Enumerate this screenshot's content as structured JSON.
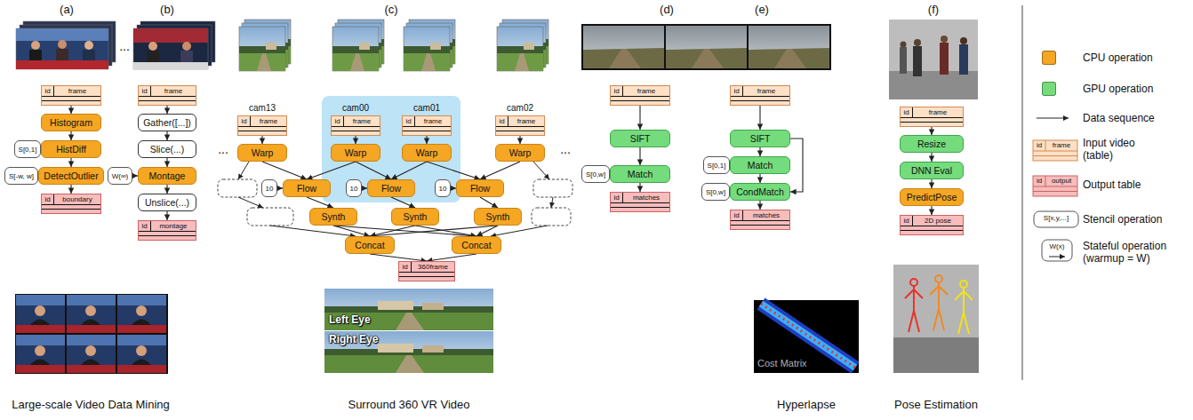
{
  "diagram": {
    "nodes": [
      {
        "text": [
          "id",
          "frame"
        ]
      },
      {
        "text": [
          "Histogram"
        ]
      },
      {
        "text": [
          "S[0,1]"
        ]
      },
      {
        "text": [
          "HistDiff"
        ]
      },
      {
        "text": [
          "S[-w, w]"
        ]
      },
      {
        "text": [
          "DetectOutlier"
        ]
      },
      {
        "text": [
          "id",
          "boundary"
        ]
      },
      {
        "text": [
          "id",
          "frame"
        ]
      },
      {
        "text": [
          "Gather([...])"
        ]
      },
      {
        "text": [
          "Slice(...)"
        ]
      },
      {
        "text": [
          "W(∞)"
        ]
      },
      {
        "text": [
          "Montage"
        ]
      },
      {
        "text": [
          "Unslice(...)"
        ]
      },
      {
        "text": [
          "id",
          "montage"
        ]
      },
      {
        "text": [
          "id",
          "frame"
        ]
      },
      {
        "text": [
          "id",
          "frame"
        ]
      },
      {
        "text": [
          "id",
          "frame"
        ]
      },
      {
        "text": [
          "id",
          "frame"
        ]
      },
      {
        "text": [
          "Warp"
        ]
      },
      {
        "text": [
          "Warp"
        ]
      },
      {
        "text": [
          "Warp"
        ]
      },
      {
        "text": [
          "Warp"
        ]
      },
      {
        "text": [
          "10"
        ]
      },
      {
        "text": [
          "Flow"
        ]
      },
      {
        "text": [
          "10"
        ]
      },
      {
        "text": [
          "Flow"
        ]
      },
      {
        "text": [
          "10"
        ]
      },
      {
        "text": [
          "Flow"
        ]
      },
      {
        "text": [
          "Synth"
        ]
      },
      {
        "text": [
          "Synth"
        ]
      },
      {
        "text": [
          "Synth"
        ]
      },
      {
        "text": [
          "Concat"
        ]
      },
      {
        "text": [
          "Concat"
        ]
      },
      {
        "text": [
          "id",
          "360frame"
        ]
      },
      {
        "text": [
          "id",
          "frame"
        ]
      },
      {
        "text": [
          "SIFT"
        ]
      },
      {
        "text": [
          "S[0,w]"
        ]
      },
      {
        "text": [
          "Match"
        ]
      },
      {
        "text": [
          "id",
          "matches"
        ]
      },
      {
        "text": [
          "id",
          "frame"
        ]
      },
      {
        "text": [
          "SIFT"
        ]
      },
      {
        "text": [
          "S[0,1]"
        ]
      },
      {
        "text": [
          "Match"
        ]
      },
      {
        "text": [
          "S[0,w]"
        ]
      },
      {
        "text": [
          "CondMatch"
        ]
      },
      {
        "text": [
          "id",
          "matches"
        ]
      },
      {
        "text": [
          "id",
          "frame"
        ]
      },
      {
        "text": [
          "Resize"
        ]
      },
      {
        "text": [
          "DNN Eval"
        ]
      },
      {
        "text": [
          "PredictPose"
        ]
      },
      {
        "text": [
          "id",
          "2D pose"
        ]
      }
    ],
    "edges": [
      {
        "from": 0,
        "to": 1,
        "arrow": "to"
      },
      {
        "from": 1,
        "to": 3,
        "arrow": "to"
      },
      {
        "from": 3,
        "to": 5,
        "arrow": "to"
      },
      {
        "from": 5,
        "to": 6,
        "arrow": "to"
      },
      {
        "from": 7,
        "to": 8,
        "arrow": "to"
      },
      {
        "from": 8,
        "to": 9,
        "arrow": "to"
      },
      {
        "from": 9,
        "to": 11,
        "arrow": "to"
      },
      {
        "from": 10,
        "to": 11,
        "arrow": "to"
      },
      {
        "from": 11,
        "to": 12,
        "arrow": "to"
      },
      {
        "from": 12,
        "to": 13,
        "arrow": "to"
      },
      {
        "from": 14,
        "to": 18,
        "arrow": "to"
      },
      {
        "from": 15,
        "to": 19,
        "arrow": "to"
      },
      {
        "from": 16,
        "to": 20,
        "arrow": "to"
      },
      {
        "from": 17,
        "to": 21,
        "arrow": "to"
      },
      {
        "from": 18,
        "to": 23,
        "arrow": "to"
      },
      {
        "from": 19,
        "to": 23,
        "arrow": "to"
      },
      {
        "from": 19,
        "to": 25,
        "arrow": "to"
      },
      {
        "from": 20,
        "to": 25,
        "arrow": "to"
      },
      {
        "from": 20,
        "to": 27,
        "arrow": "to"
      },
      {
        "from": 21,
        "to": 27,
        "arrow": "to"
      },
      {
        "from": 22,
        "to": 23,
        "arrow": "to"
      },
      {
        "from": 24,
        "to": 25,
        "arrow": "to"
      },
      {
        "from": 26,
        "to": 27,
        "arrow": "to"
      },
      {
        "from": 23,
        "to": 28,
        "arrow": "to"
      },
      {
        "from": 25,
        "to": 29,
        "arrow": "to"
      },
      {
        "from": 27,
        "to": 30,
        "arrow": "to"
      },
      {
        "from": 28,
        "to": 31,
        "arrow": "to"
      },
      {
        "from": 28,
        "to": 32,
        "arrow": "to"
      },
      {
        "from": 29,
        "to": 31,
        "arrow": "to"
      },
      {
        "from": 29,
        "to": 32,
        "arrow": "to"
      },
      {
        "from": 30,
        "to": 31,
        "arrow": "to"
      },
      {
        "from": 30,
        "to": 32,
        "arrow": "to"
      },
      {
        "from": 31,
        "to": 33,
        "arrow": "to"
      },
      {
        "from": 32,
        "to": 33,
        "arrow": "to"
      },
      {
        "from": 34,
        "to": 35,
        "arrow": "to"
      },
      {
        "from": 35,
        "to": 37,
        "arrow": "to"
      },
      {
        "from": 37,
        "to": 38,
        "arrow": "to"
      },
      {
        "from": 39,
        "to": 40,
        "arrow": "to"
      },
      {
        "from": 40,
        "to": 42,
        "arrow": "to"
      },
      {
        "from": 42,
        "to": 44,
        "arrow": "to"
      },
      {
        "from": 40,
        "to": 44,
        "arrow": "to"
      },
      {
        "from": 44,
        "to": 45,
        "arrow": "to"
      },
      {
        "from": 46,
        "to": 47,
        "arrow": "to"
      },
      {
        "from": 47,
        "to": 48,
        "arrow": "to"
      },
      {
        "from": 48,
        "to": 49,
        "arrow": "to"
      },
      {
        "from": 49,
        "to": 50,
        "arrow": "to"
      }
    ],
    "labels": [
      "(a)",
      "(b)",
      "(c)",
      "(d)",
      "(e)",
      "(f)",
      "...",
      "cam13",
      "cam00",
      "cam01",
      "cam02",
      "...",
      "...",
      "Left Eye",
      "Right Eye",
      "Cost Matrix",
      "Large-scale Video Data Mining",
      "Surround 360 VR Video",
      "Hyperlapse",
      "Pose Estimation",
      "id",
      "frame",
      "id",
      "output",
      "S[x,y,...]",
      "W(x)"
    ],
    "legend": [
      {
        "text": "CPU operation",
        "color": "#f5a623"
      },
      {
        "text": "GPU operation",
        "color": "#74dc7c"
      },
      {
        "text": "Data sequence"
      },
      {
        "text": "Input video (table)"
      },
      {
        "text": "Output table"
      },
      {
        "text": "Stencil operation"
      },
      {
        "text": "Stateful operation (warmup = W)"
      }
    ]
  }
}
